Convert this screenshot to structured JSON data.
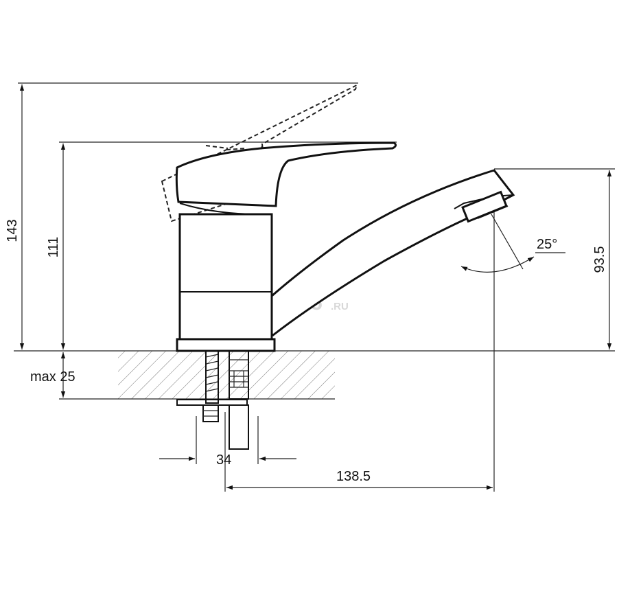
{
  "dimensions": {
    "overall_height": "143",
    "body_height": "111",
    "spout_height": "93.5",
    "max_thickness": "max 25",
    "connector_width": "34",
    "spout_reach": "138.5",
    "spout_angle": "25°"
  },
  "watermark": {
    "main": "7745",
    "suffix": ".RU"
  },
  "colors": {
    "line": "#111111",
    "watermark": "#d8d8d8",
    "background": "#ffffff"
  }
}
